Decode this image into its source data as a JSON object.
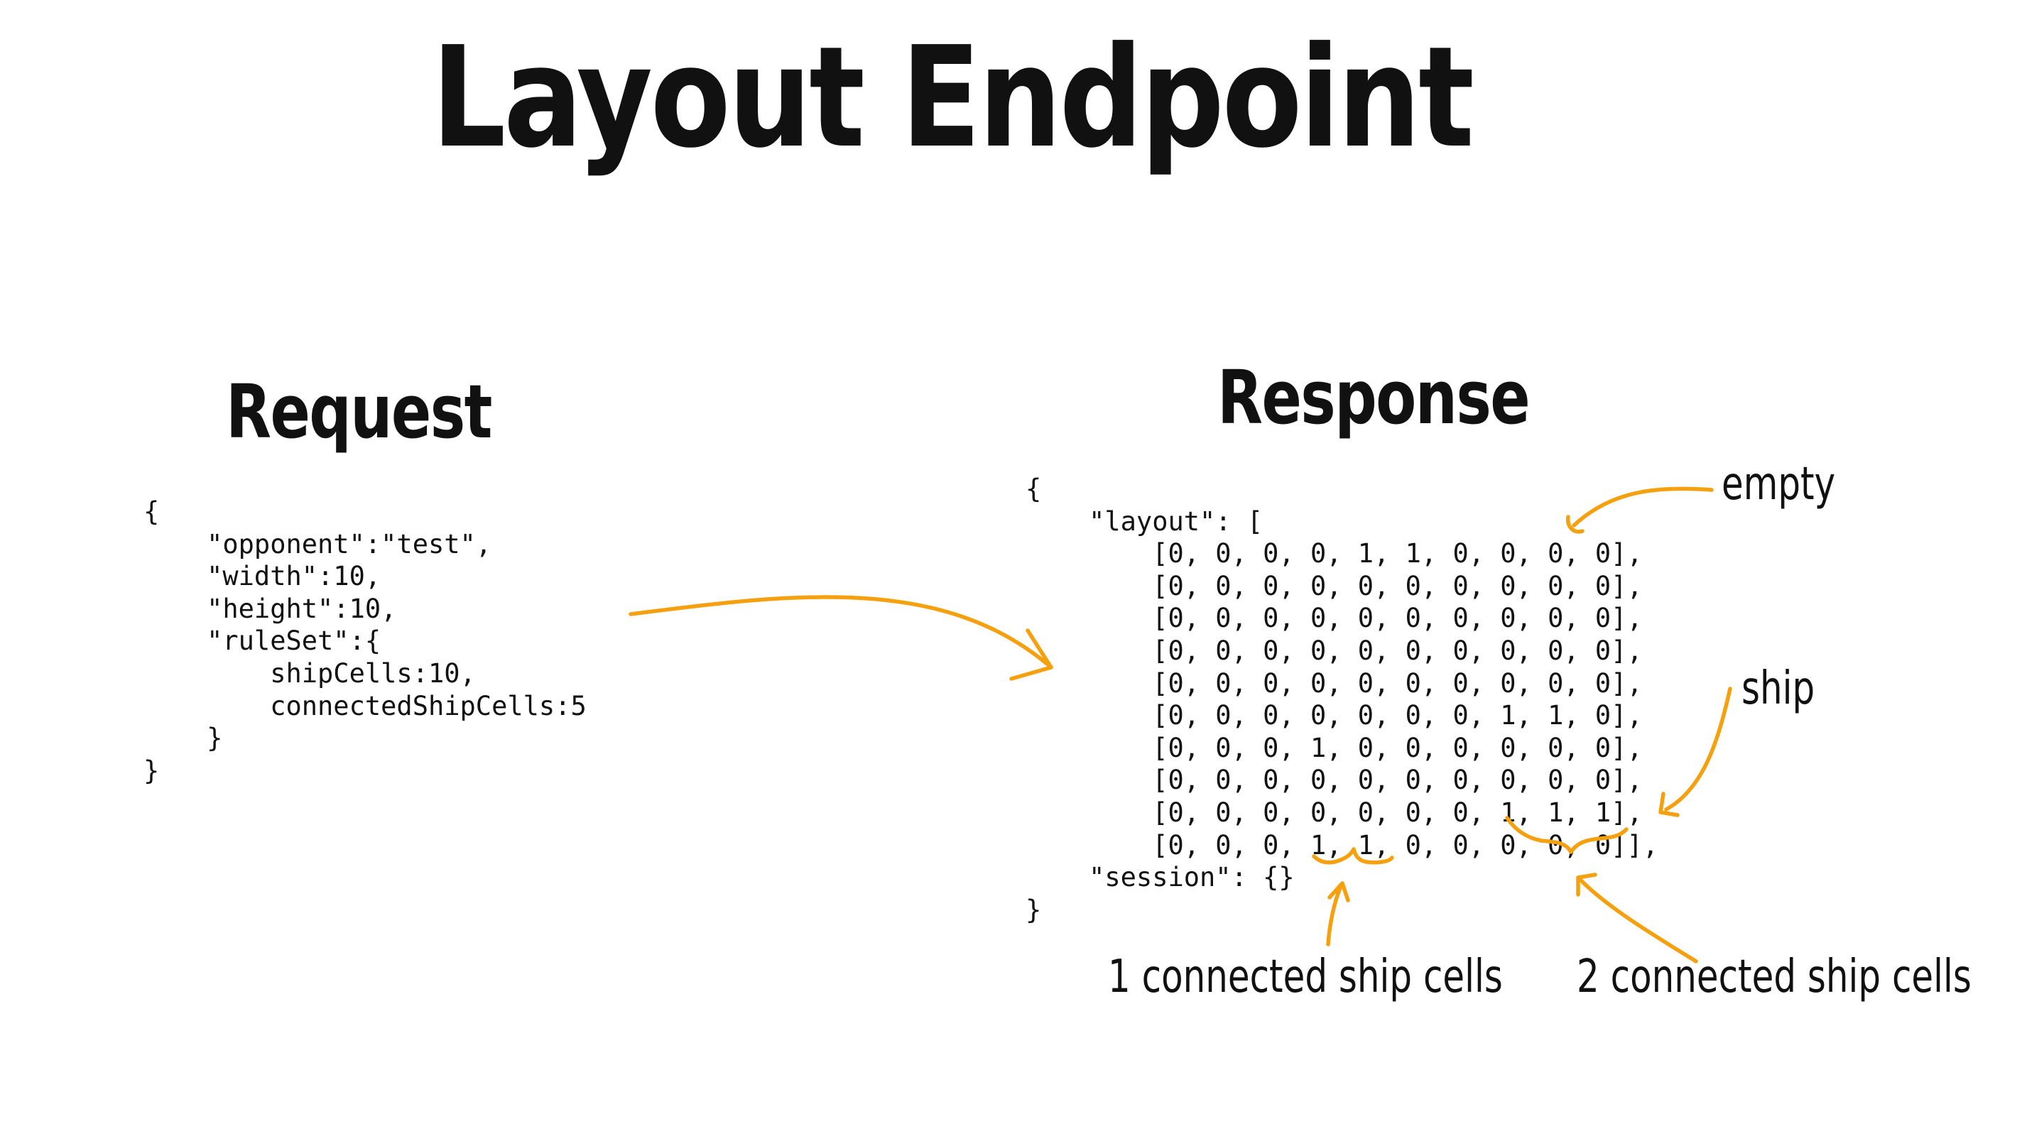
{
  "title": "Layout Endpoint",
  "request": {
    "heading": "Request",
    "lines": [
      "{",
      "    \"opponent\":\"test\",",
      "    \"width\":10,",
      "    \"height\":10,",
      "    \"ruleSet\":{",
      "        shipCells:10,",
      "        connectedShipCells:5",
      "    }",
      "}"
    ]
  },
  "response": {
    "heading": "Response",
    "lines": [
      "{",
      "    \"layout\": [",
      "        [0, 0, 0, 0, 1, 1, 0, 0, 0, 0],",
      "        [0, 0, 0, 0, 0, 0, 0, 0, 0, 0],",
      "        [0, 0, 0, 0, 0, 0, 0, 0, 0, 0],",
      "        [0, 0, 0, 0, 0, 0, 0, 0, 0, 0],",
      "        [0, 0, 0, 0, 0, 0, 0, 0, 0, 0],",
      "        [0, 0, 0, 0, 0, 0, 0, 1, 1, 0],",
      "        [0, 0, 0, 1, 0, 0, 0, 0, 0, 0],",
      "        [0, 0, 0, 0, 0, 0, 0, 0, 0, 0],",
      "        [0, 0, 0, 0, 0, 0, 0, 1, 1, 1],",
      "        [0, 0, 0, 1, 1, 0, 0, 0, 0, 0]],",
      "    \"session\": {}",
      "}"
    ]
  },
  "annotations": {
    "empty": "empty",
    "ship": "ship",
    "one_connected": "1 connected ship cells",
    "two_connected": "2 connected ship cells"
  },
  "colors": {
    "accent": "#F5A00F",
    "text": "#111111",
    "background": "#FFFFFF"
  }
}
